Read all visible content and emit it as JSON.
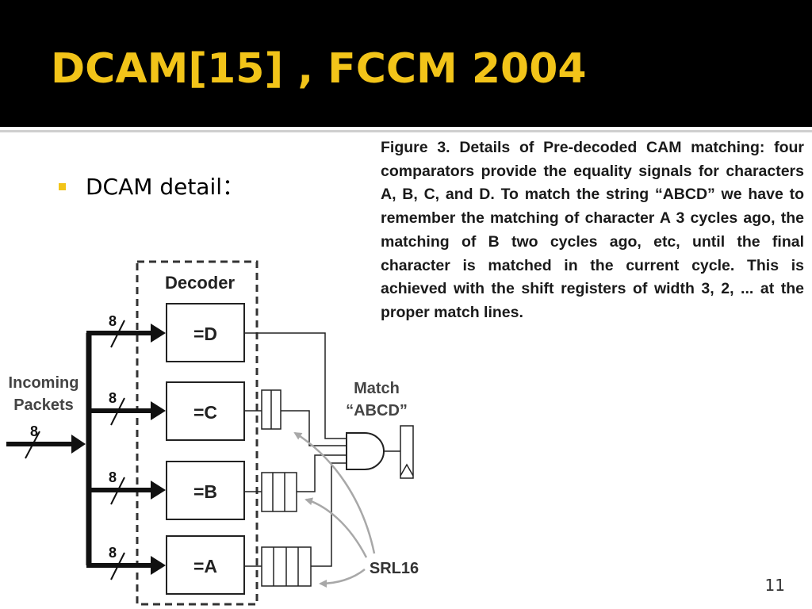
{
  "slide": {
    "title": "DCAM[15] , FCCM 2004",
    "bullets": [
      "DCAM detail："
    ],
    "page_number": "11"
  },
  "figure": {
    "caption": "Figure 3. Details of Pre-decoded CAM matching: four comparators provide the equality signals for characters A, B, C, and D. To match the string “ABCD” we have to remember the matching of character A 3 cycles ago, the matching of B two cycles ago, etc, until the final character is matched in the current cycle. This is achieved with the shift registers of width 3, 2, ... at the proper match lines.",
    "decoder_label": "Decoder",
    "input_label_line1": "Incoming",
    "input_label_line2": "Packets",
    "bus_width": "8",
    "comparators": [
      "=D",
      "=C",
      "=B",
      "=A"
    ],
    "match_label_line1": "Match",
    "match_label_line2": "“ABCD”",
    "shift_register_label": "SRL16"
  },
  "colors": {
    "title_bar": "#000000",
    "title_text": "#f2c419",
    "bullet_marker": "#f2c419"
  }
}
